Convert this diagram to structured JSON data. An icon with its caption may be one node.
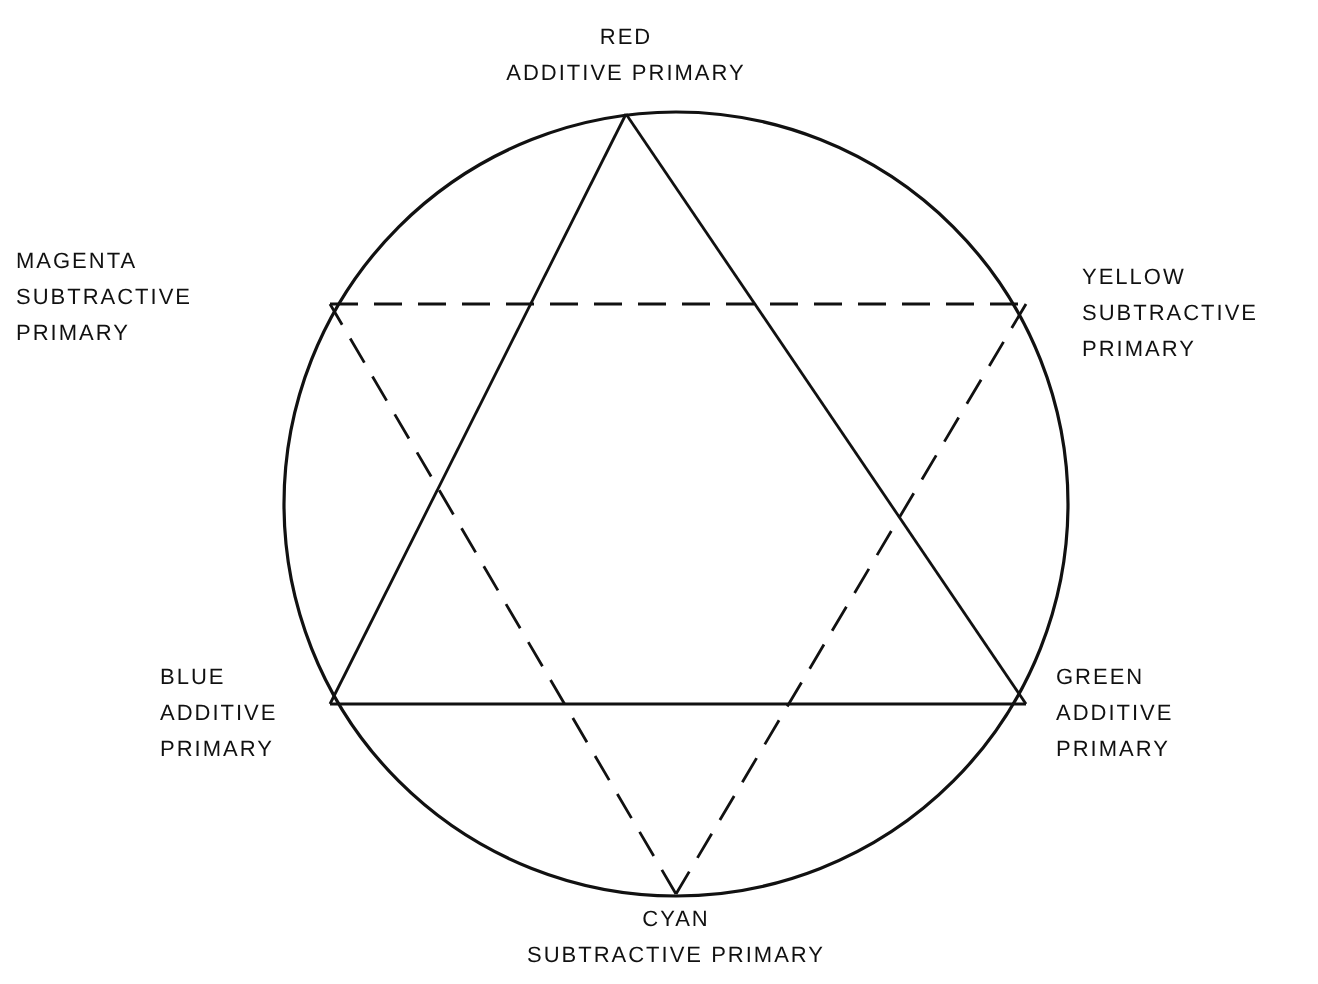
{
  "diagram": {
    "nodes": [
      {
        "text": [
          "RED",
          "ADDITIVE PRIMARY"
        ]
      },
      {
        "text": [
          "MAGENTA",
          "SUBTRACTIVE",
          "PRIMARY"
        ]
      },
      {
        "text": [
          "YELLOW",
          "SUBTRACTIVE",
          "PRIMARY"
        ]
      },
      {
        "text": [
          "BLUE",
          "ADDITIVE",
          "PRIMARY"
        ]
      },
      {
        "text": [
          "GREEN",
          "ADDITIVE",
          "PRIMARY"
        ]
      },
      {
        "text": [
          "CYAN",
          "SUBTRACTIVE PRIMARY"
        ]
      }
    ],
    "edges": [
      {
        "from": 0,
        "to": 3,
        "arrow": "none"
      },
      {
        "from": 3,
        "to": 4,
        "arrow": "none"
      },
      {
        "from": 4,
        "to": 0,
        "arrow": "none"
      },
      {
        "from": 1,
        "to": 2,
        "arrow": "none",
        "style": "dashed"
      },
      {
        "from": 2,
        "to": 5,
        "arrow": "none",
        "style": "dashed"
      },
      {
        "from": 5,
        "to": 1,
        "arrow": "none",
        "style": "dashed"
      }
    ]
  }
}
